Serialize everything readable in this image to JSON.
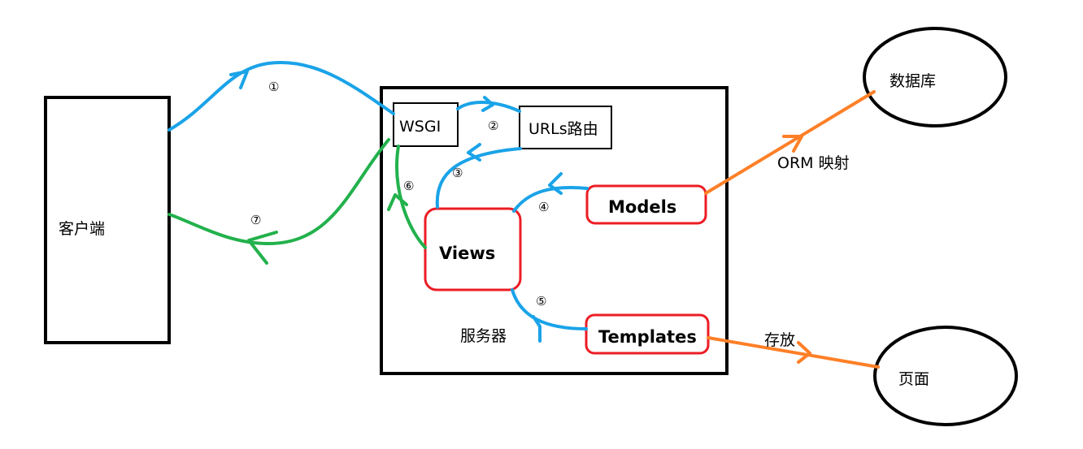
{
  "nodes": {
    "client": "客户端",
    "server": "服务器",
    "wsgi": "WSGI",
    "urls": "URLs路由",
    "views": "Views",
    "models": "Models",
    "templates": "Templates",
    "database": "数据库",
    "page": "页面"
  },
  "edges": {
    "step1": "①",
    "step2": "②",
    "step3": "③",
    "step4": "④",
    "step5": "⑤",
    "step6": "⑥",
    "step7": "⑦",
    "orm": "ORM 映射",
    "store": "存放"
  },
  "colors": {
    "request": "#1aa3e8",
    "response": "#22b14c",
    "external": "#ff7f27",
    "component": "#ed1c24"
  }
}
